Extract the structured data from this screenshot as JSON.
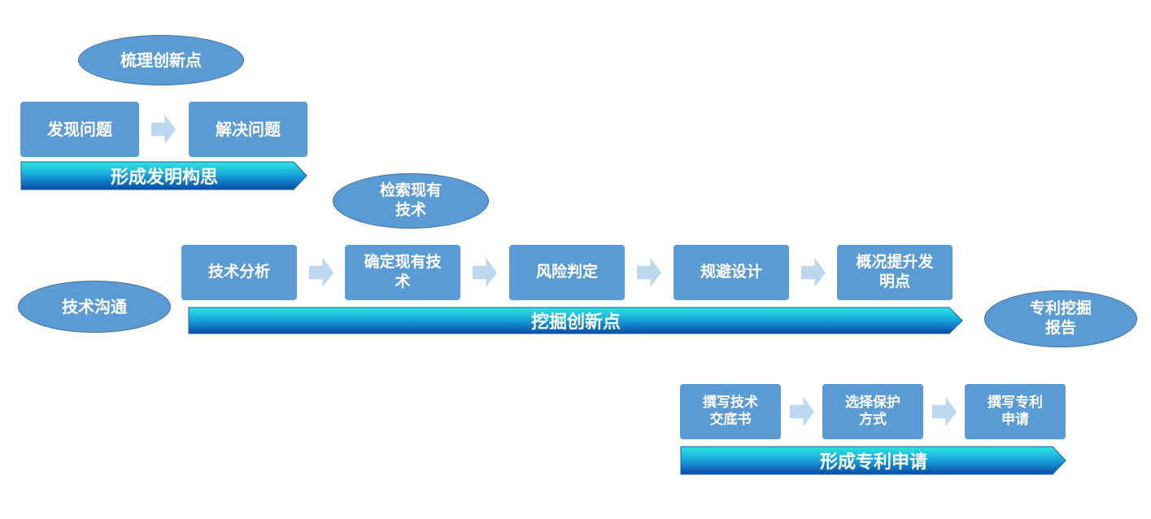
{
  "colors": {
    "box": "#5b9bd5",
    "arrow": "#bdd7ee",
    "banner_light": "#2fe0e0",
    "banner_dark": "#0f4fb0"
  },
  "ovals": {
    "organize": "梳理创新点",
    "search": "检索现有\n技术",
    "communication": "技术沟通",
    "report": "专利挖掘\n报告"
  },
  "row1": {
    "steps": [
      "发现问题",
      "解决问题"
    ],
    "banner": "形成发明构思"
  },
  "row2": {
    "steps": [
      "技术分析",
      "确定现有技\n术",
      "风险判定",
      "规避设计",
      "概况提升发\n明点"
    ],
    "banner": "挖掘创新点"
  },
  "row3": {
    "steps": [
      "撰写技术\n交底书",
      "选择保护\n方式",
      "撰写专利\n申请"
    ],
    "banner": "形成专利申请"
  }
}
